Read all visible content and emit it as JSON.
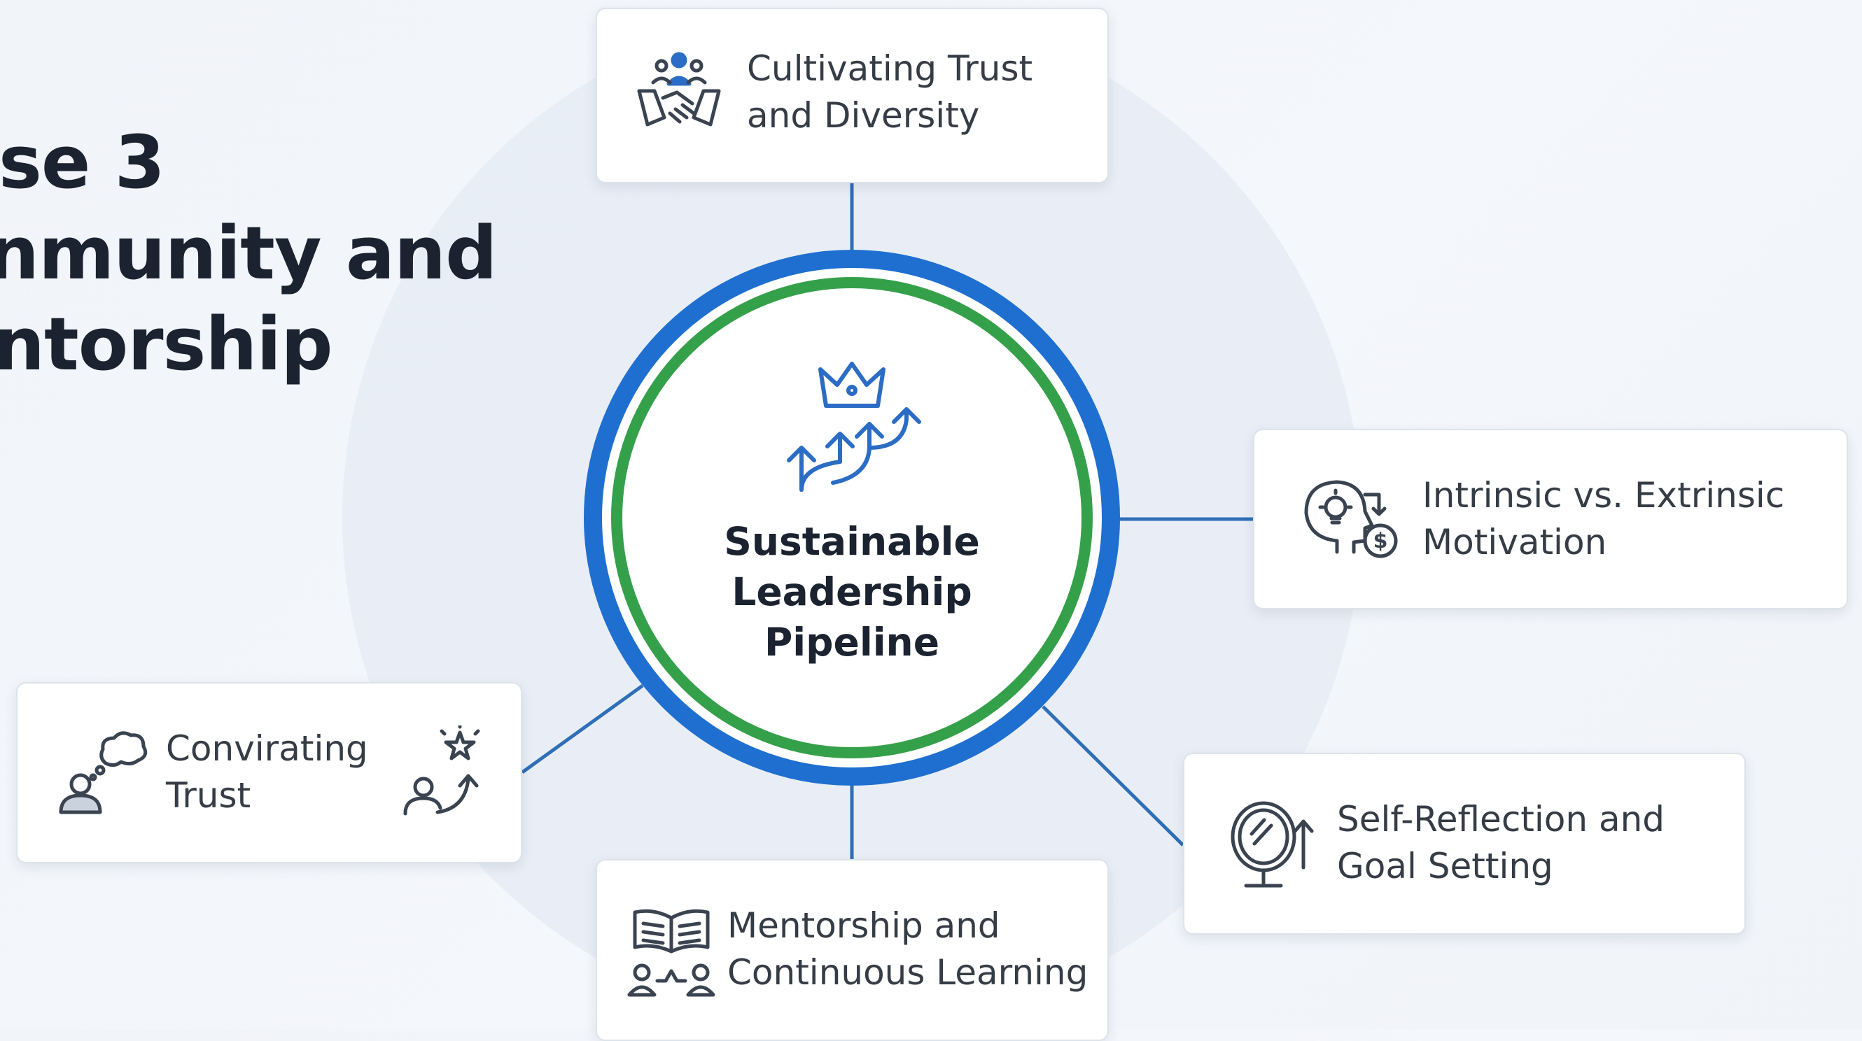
{
  "title": {
    "line1": "se 3",
    "line2": "nmunity and",
    "line3": "ntorship"
  },
  "hub": {
    "line1": "Sustainable",
    "line2": "Leadership",
    "line3": "Pipeline",
    "icon": "crown-arrows-icon"
  },
  "nodes": [
    {
      "line1": "Cultivating Trust",
      "line2": "and Diversity",
      "icon": "team-handshake-icon"
    },
    {
      "line1": "Intrinsic vs. Extrinsic",
      "line2": "Motivation",
      "icon": "head-lightbulb-dollar-icon"
    },
    {
      "line1": "Self-Reflection and",
      "line2": "Goal Setting",
      "icon": "mirror-arrow-icon"
    },
    {
      "line1": "Mentorship and",
      "line2": "Continuous Learning",
      "icon": "book-people-icon"
    },
    {
      "line1": "Convirating",
      "line2": "Trust",
      "icon": "person-thought-icon",
      "icon2": "person-star-growth-icon"
    }
  ],
  "colors": {
    "outer_ring": "#1f6fd1",
    "inner_ring": "#35a04a",
    "connector": "#2f6fb8",
    "icon_stroke": "#3a4350",
    "icon_accent": "#2b6cc4",
    "background_disc": "#e6ecf4"
  }
}
